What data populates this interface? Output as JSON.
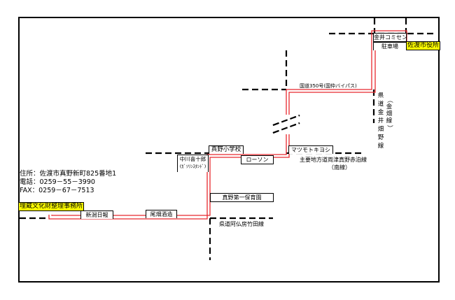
{
  "map": {
    "title": "埋蔵文化財整理事務所 案内図",
    "colors": {
      "route": "#e8282e",
      "road": "#000000",
      "highlight": "#ffff00"
    },
    "contact": {
      "address": "住所：佐渡市真野新町825番地1",
      "phone": "電話：0259－55－3990",
      "fax": "FAX：0259－67－7513"
    },
    "destinations": {
      "office": "埋蔵文化財整理事務所",
      "city_hall": "佐渡市役所"
    },
    "landmarks": {
      "kanai_comisen": "金井コミセン",
      "parking": "駐車場",
      "mano_elementary": "真野小学校",
      "lawson": "ローソン",
      "matsumoto_kiyoshi": "マツモトキヨシ",
      "nakagawa_name": "中川喜十郎",
      "nakagawa_sub": "(ｶﾞｿﾘﾝｽﾀﾝﾄﾞ)",
      "mano_nursery": "真野第一保育園",
      "niigata_nippo": "新潟日報",
      "obata_brewery": "尾畑酒造"
    },
    "roads": {
      "route350": "国道350号(国仲バイパス)",
      "kanai_hatano_chars": [
        "県",
        "道",
        "金",
        "井",
        "畑",
        "野",
        "線"
      ],
      "kanai_hatano_alias_chars": [
        "（",
        "金",
        "畑",
        "線",
        "）"
      ],
      "main_road": "主要地方道両津真野赤泊線",
      "main_road_alias": "（南線）",
      "abutsubo_road": "県道阿仏房竹田線"
    }
  }
}
